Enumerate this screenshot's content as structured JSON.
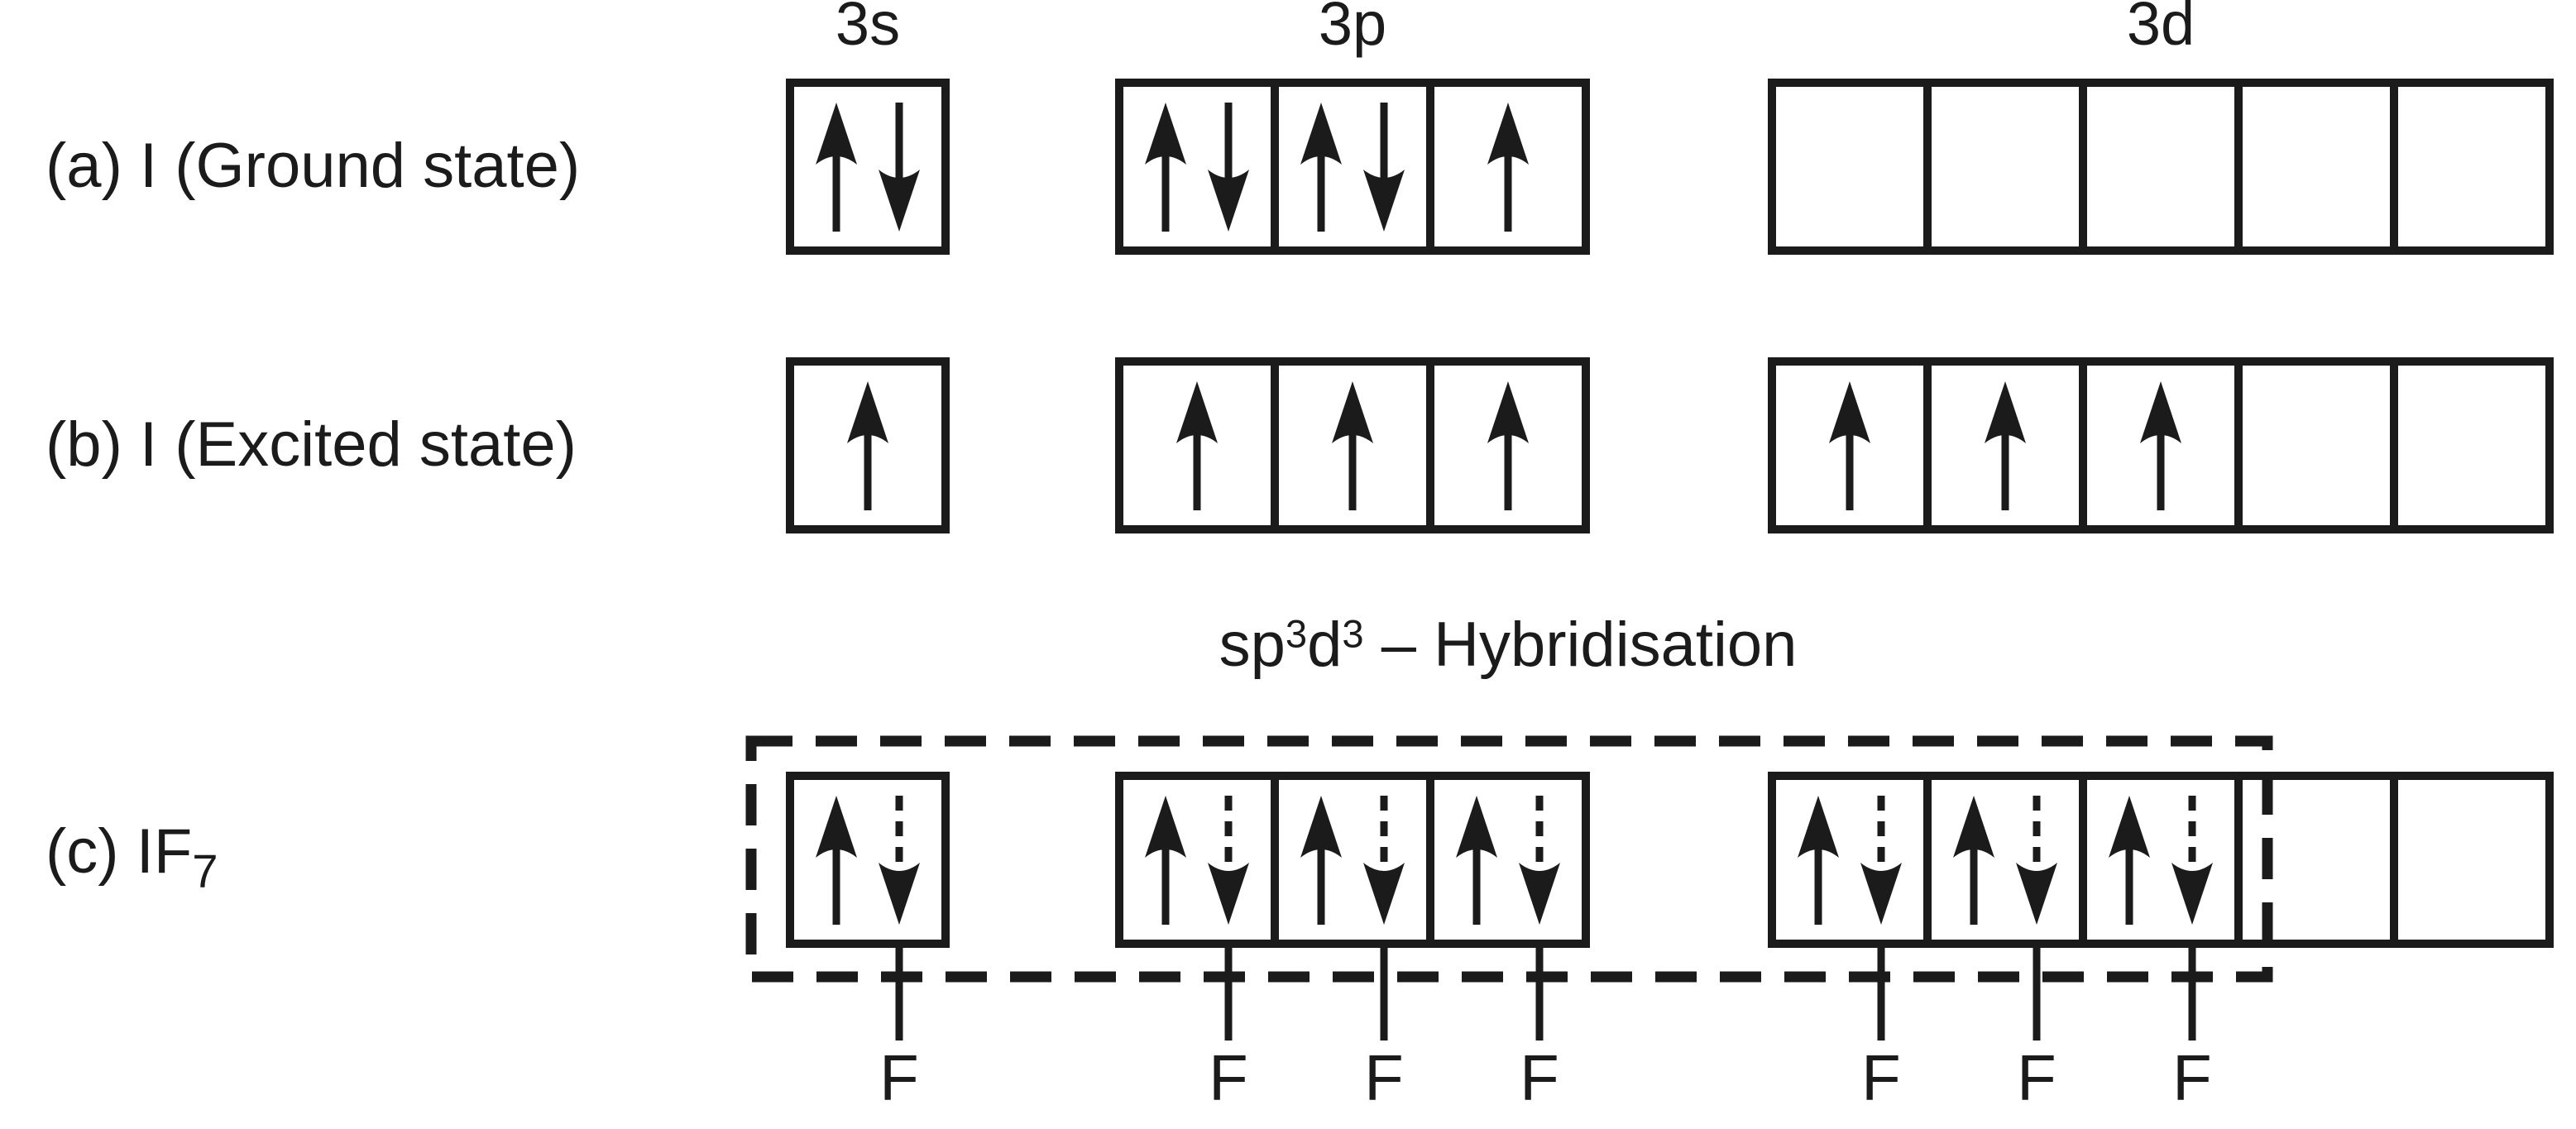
{
  "figure": {
    "type": "orbital-box-diagram",
    "ink_color": "#1b1b1b",
    "background_color": "#ffffff"
  },
  "column_headers": [
    {
      "id": "3s",
      "label": "3s"
    },
    {
      "id": "3p",
      "label": "3p"
    },
    {
      "id": "3d",
      "label": "3d"
    }
  ],
  "rows": [
    {
      "id": "a",
      "label": "(a) I (Ground state)",
      "groups": [
        {
          "orbital": "3s",
          "boxes": [
            [
              "up",
              "down"
            ]
          ]
        },
        {
          "orbital": "3p",
          "boxes": [
            [
              "up",
              "down"
            ],
            [
              "up",
              "down"
            ],
            [
              "up"
            ]
          ]
        },
        {
          "orbital": "3d",
          "boxes": [
            [],
            [],
            [],
            [],
            []
          ]
        }
      ]
    },
    {
      "id": "b",
      "label": "(b) I (Excited state)",
      "groups": [
        {
          "orbital": "3s",
          "boxes": [
            [
              "up"
            ]
          ]
        },
        {
          "orbital": "3p",
          "boxes": [
            [
              "up"
            ],
            [
              "up"
            ],
            [
              "up"
            ]
          ]
        },
        {
          "orbital": "3d",
          "boxes": [
            [
              "up"
            ],
            [
              "up"
            ],
            [
              "up"
            ],
            [],
            []
          ]
        }
      ]
    },
    {
      "id": "c",
      "label_main": "(c) IF",
      "label_sub": "7",
      "hybridisation_label": {
        "base1": "sp",
        "sup1": "3",
        "base2": "d",
        "sup2": "3",
        "suffix": " – Hybridisation"
      },
      "bond_label": "F",
      "bond_count": 7,
      "groups": [
        {
          "orbital": "3s",
          "boxes": [
            [
              "up",
              "down-dashed"
            ]
          ]
        },
        {
          "orbital": "3p",
          "boxes": [
            [
              "up",
              "down-dashed"
            ],
            [
              "up",
              "down-dashed"
            ],
            [
              "up",
              "down-dashed"
            ]
          ]
        },
        {
          "orbital": "3d",
          "boxes": [
            [
              "up",
              "down-dashed"
            ],
            [
              "up",
              "down-dashed"
            ],
            [
              "up",
              "down-dashed"
            ],
            [],
            []
          ]
        }
      ]
    }
  ]
}
